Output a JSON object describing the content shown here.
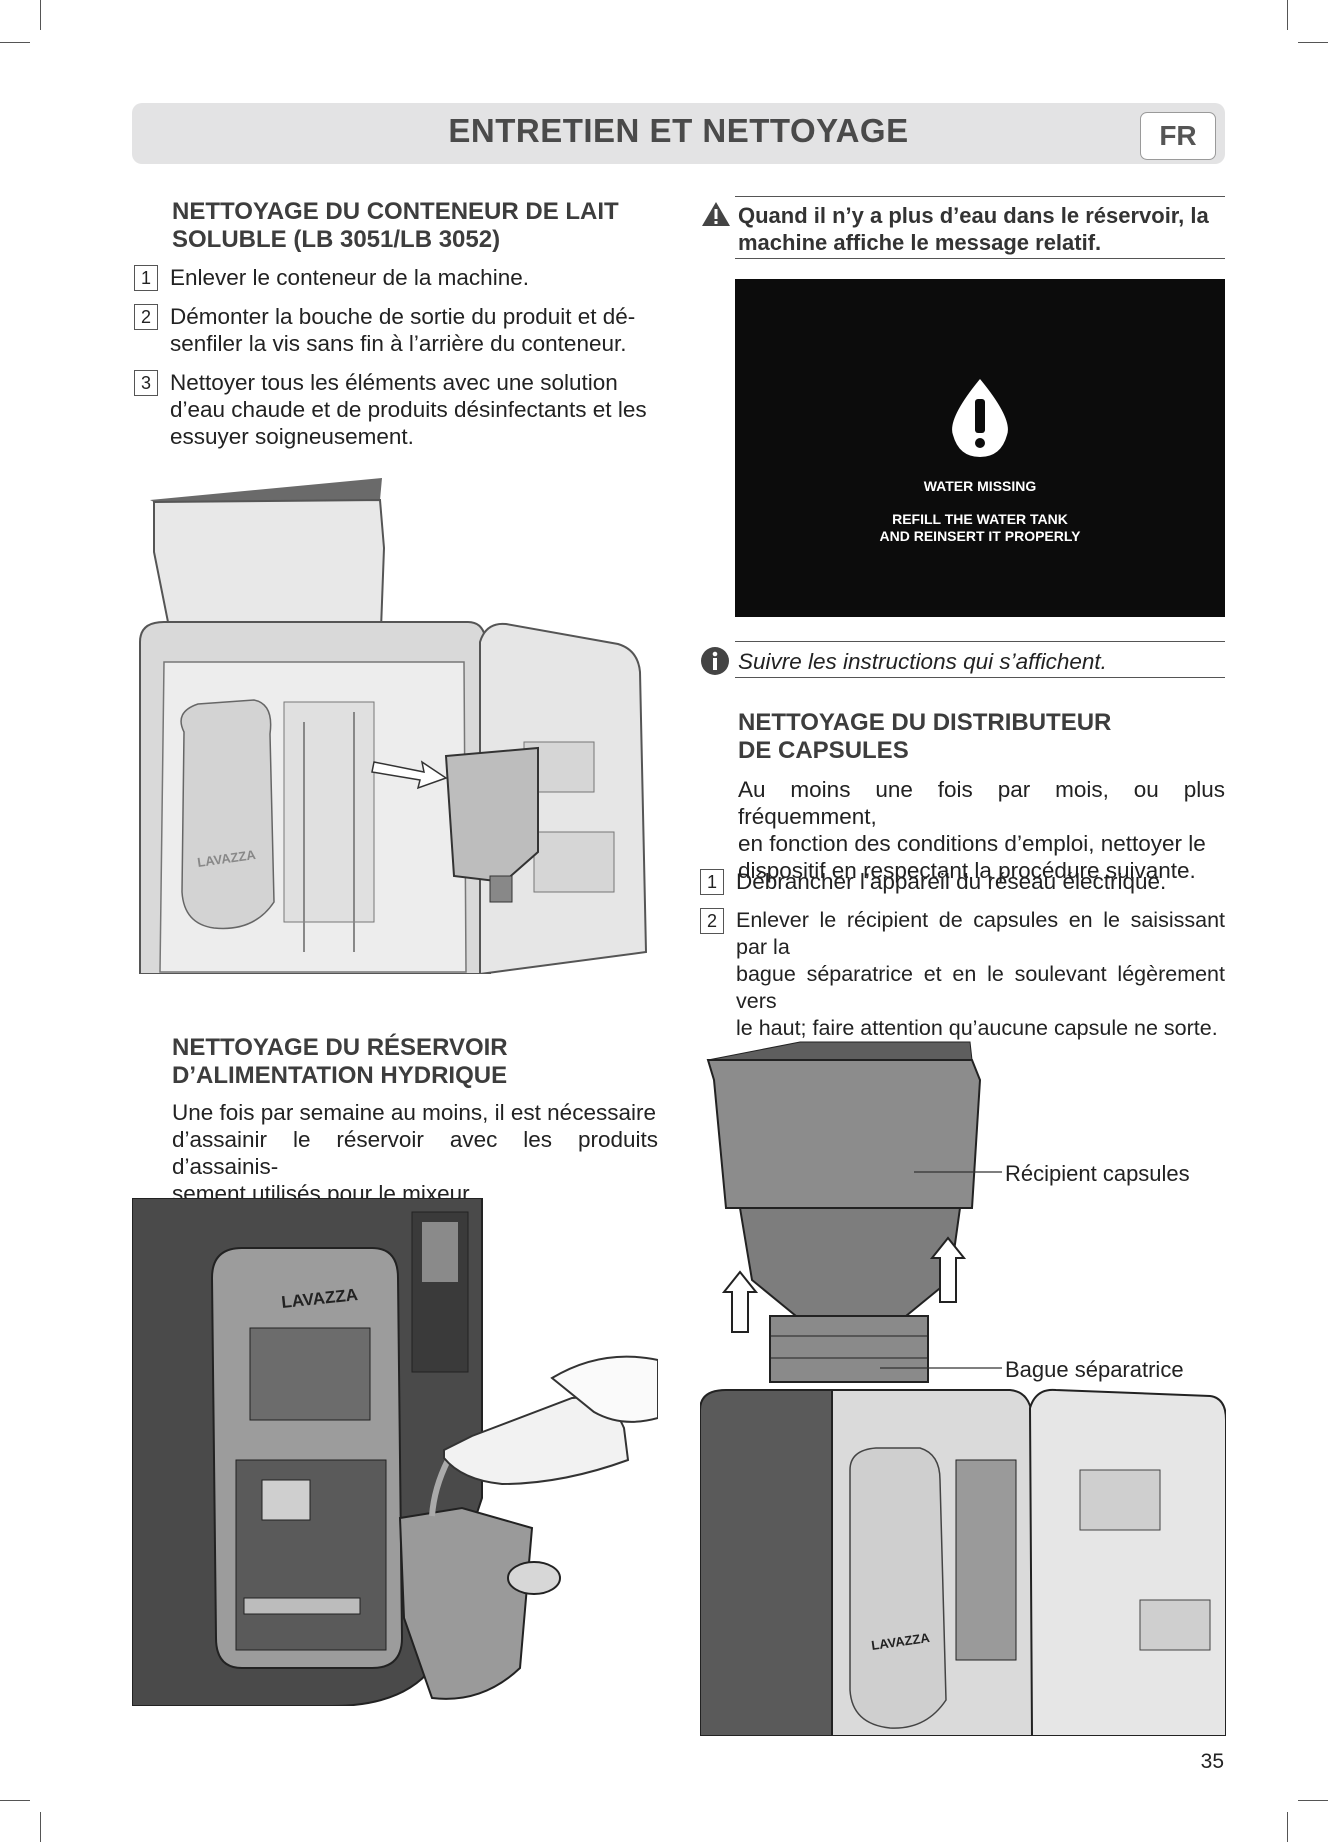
{
  "header": {
    "title": "ENTRETIEN ET NETTOYAGE",
    "lang": "FR"
  },
  "left": {
    "milk": {
      "title_l1": "NETTOYAGE DU CONTENEUR DE LAIT",
      "title_l2": "SOLUBLE (LB 3051/LB 3052)",
      "steps": [
        {
          "num": "1",
          "lines": [
            "Enlever le conteneur de la machine."
          ]
        },
        {
          "num": "2",
          "lines": [
            "Démonter la bouche de sortie du produit et dé-",
            "senfiler la vis sans fin à l’arrière du conteneur."
          ]
        },
        {
          "num": "3",
          "lines": [
            "Nettoyer tous les éléments avec une solution",
            "d’eau chaude et de produits désinfectants et les",
            "essuyer soigneusement."
          ]
        }
      ]
    },
    "water": {
      "title_l1": "NETTOYAGE DU RÉSERVOIR",
      "title_l2": "D’ALIMENTATION HYDRIQUE",
      "lines": [
        "Une fois par semaine au moins, il est nécessaire",
        "d’assainir le réservoir avec les produits d’assainis-",
        "sement utilisés pour le mixeur."
      ]
    },
    "brand": "LAVAZZA"
  },
  "right": {
    "warning": {
      "l1": "Quand il n’y a plus d’eau dans le réservoir, la",
      "l2": "machine affiche le message relatif."
    },
    "screen": {
      "t1": "WATER MISSING",
      "t2": "REFILL THE WATER TANK",
      "t3": "AND REINSERT IT PROPERLY"
    },
    "info": "Suivre les instructions qui s’affichent.",
    "capsules": {
      "title_l1": "NETTOYAGE DU DISTRIBUTEUR",
      "title_l2": "DE CAPSULES",
      "intro": [
        "Au moins une fois par mois, ou plus fréquemment,",
        "en fonction des conditions d’emploi, nettoyer le",
        "dispositif en respectant la procédure suivante."
      ],
      "steps": [
        {
          "num": "1",
          "lines": [
            "Débrancher l’appareil du réseau électrique."
          ]
        },
        {
          "num": "2",
          "lines": [
            "Enlever le récipient de capsules en le saisissant par la",
            "bague séparatrice et en le soulevant légèrement vers",
            "le haut; faire attention qu’aucune capsule ne sorte."
          ]
        }
      ]
    },
    "labels": {
      "container": "Récipient capsules",
      "ring": "Bague séparatrice"
    }
  },
  "page_number": "35"
}
